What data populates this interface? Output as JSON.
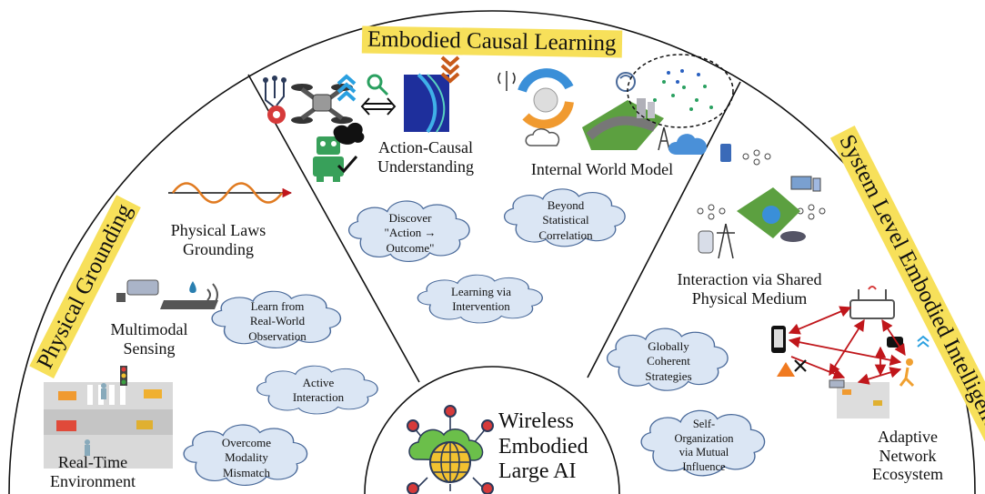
{
  "banners": {
    "top": "Embodied Causal Learning",
    "left": "Physical Grounding",
    "right": "System Level Embodied Intelligence"
  },
  "center": {
    "line1": "Wireless",
    "line2": "Embodied",
    "line3": "Large AI"
  },
  "labels": {
    "action_causal_1": "Action-Causal",
    "action_causal_2": "Understanding",
    "world_model": "Internal World Model",
    "physical_laws_1": "Physical Laws",
    "physical_laws_2": "Grounding",
    "multimodal_1": "Multimodal",
    "multimodal_2": "Sensing",
    "realtime_1": "Real-Time",
    "realtime_2": "Environment",
    "shared_medium_1": "Interaction via Shared",
    "shared_medium_2": "Physical Medium",
    "adaptive_1": "Adaptive",
    "adaptive_2": "Network",
    "adaptive_3": "Ecosystem"
  },
  "clouds": {
    "discover_1": "Discover",
    "discover_2": "\"Action →",
    "discover_3": "Outcome\"",
    "beyond_1": "Beyond",
    "beyond_2": "Statistical",
    "beyond_3": "Correlation",
    "intervention_1": "Learning via",
    "intervention_2": "Intervention",
    "learn_1": "Learn from",
    "learn_2": "Real-World",
    "learn_3": "Observation",
    "active_1": "Active",
    "active_2": "Interaction",
    "overcome_1": "Overcome",
    "overcome_2": "Modality",
    "overcome_3": "Mismatch",
    "global_1": "Globally",
    "global_2": "Coherent",
    "global_3": "Strategies",
    "self_1": "Self-",
    "self_2": "Organization",
    "self_3": "via Mutual",
    "self_4": "Influence"
  },
  "colors": {
    "banner": "#f7e05a",
    "cloud_fill": "#dbe6f4",
    "cloud_stroke": "#4a6a9a",
    "arrow_red": "#c0161b",
    "globe_green": "#6bbf4a",
    "globe_yellow": "#f2c230",
    "node_red": "#d63a3a",
    "node_navy": "#2b3a5a"
  }
}
